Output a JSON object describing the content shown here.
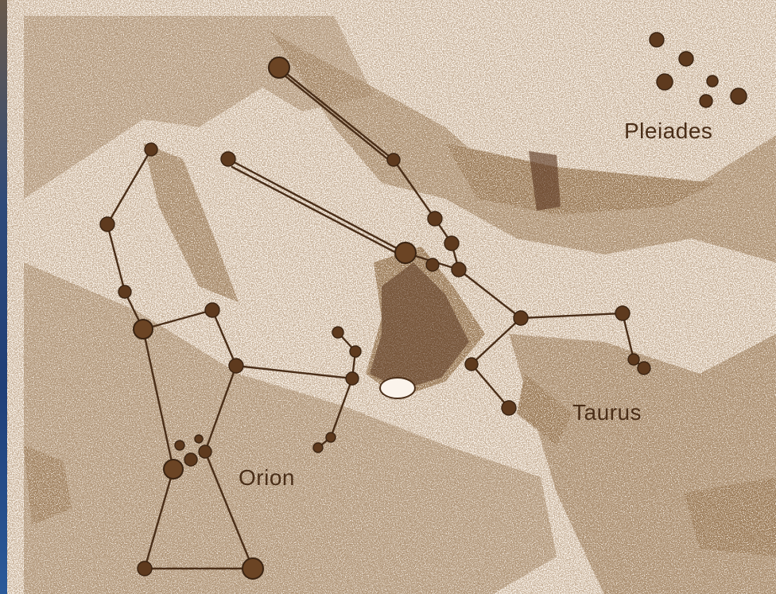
{
  "labels": {
    "pleiades": "Pleiades",
    "taurus": "Taurus",
    "orion": "Orion"
  },
  "colors": {
    "paper": "#fbf4ec",
    "ink": "#4a2e18",
    "star": "#5e3a1e"
  }
}
